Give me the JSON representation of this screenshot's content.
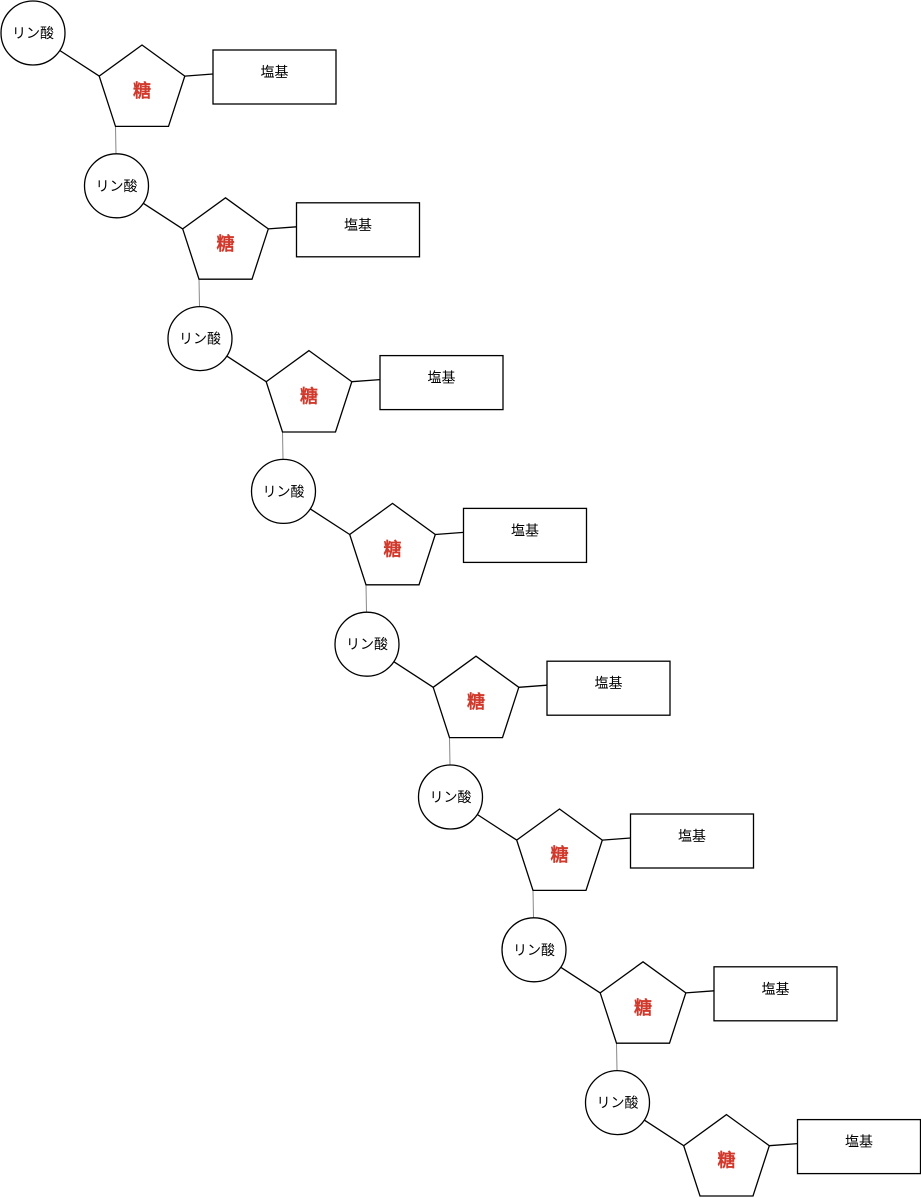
{
  "diagram": {
    "colors": {
      "stroke": "#000000",
      "fill": "#ffffff",
      "sugar_text": "#d0392b",
      "text": "#000000"
    },
    "nucleotides": [
      {
        "phosphate": "リン酸",
        "sugar": "糖",
        "base": "塩基"
      },
      {
        "phosphate": "リン酸",
        "sugar": "糖",
        "base": "塩基"
      },
      {
        "phosphate": "リン酸",
        "sugar": "糖",
        "base": "塩基"
      },
      {
        "phosphate": "リン酸",
        "sugar": "糖",
        "base": "塩基"
      },
      {
        "phosphate": "リン酸",
        "sugar": "糖",
        "base": "塩基"
      },
      {
        "phosphate": "リン酸",
        "sugar": "糖",
        "base": "塩基"
      },
      {
        "phosphate": "リン酸",
        "sugar": "糖",
        "base": "塩基"
      },
      {
        "phosphate": "リン酸",
        "sugar": "糖",
        "base": "塩基"
      }
    ]
  }
}
